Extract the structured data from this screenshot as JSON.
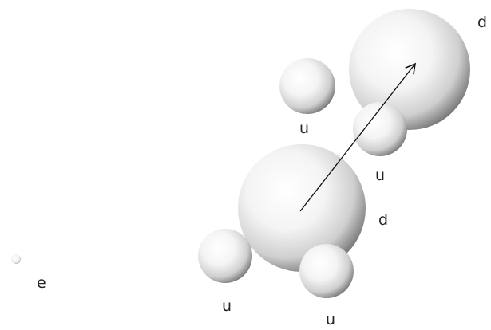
{
  "diagram": {
    "labels": {
      "d_top": "d",
      "u_small_top": "u",
      "u_mid": "u",
      "d_center": "d",
      "e": "e",
      "u_bottom_left": "u",
      "u_bottom_right": "u"
    },
    "colors": {
      "sphere_highlight": "#ffffff",
      "sphere_mid": "#e8e8e8",
      "sphere_edge": "#7a7a7a",
      "arrow": "#111111",
      "text": "#222222",
      "electron": "#c8c8c8"
    }
  }
}
